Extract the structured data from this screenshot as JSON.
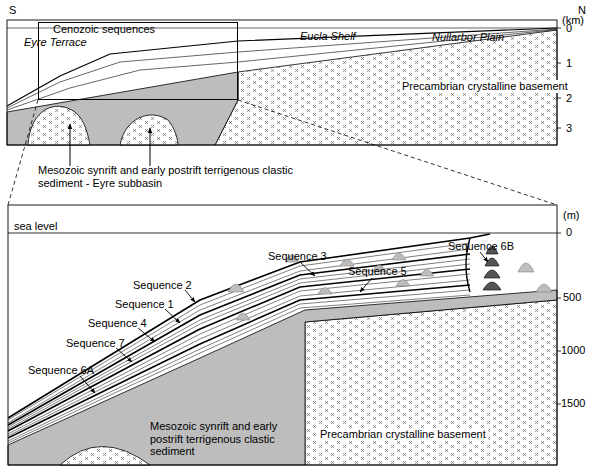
{
  "diagram": {
    "nodes": [
      {
        "text": [
          "Cenozoic sequences"
        ]
      }
    ],
    "labels": [
      "S",
      "N",
      "(km)",
      "0",
      "1",
      "2",
      "3",
      "Eucla Shelf",
      "Nullarbor Plain",
      "Eyre Terrace",
      "Precambrian crystalline basement",
      "Mesozoic synrift and early postrift terrigenous clastic sediment - Eyre subbasin",
      "sea level",
      "Sequence 3",
      "Sequence 5",
      "Sequence 6B",
      "Sequence 2",
      "Sequence 1",
      "Sequence 4",
      "Sequence 7",
      "Sequence 6A",
      "(m)",
      "0",
      "500",
      "1000",
      "1500",
      "Precambrian crystalline basement",
      "Mesozoic synrift and early postrift terrigenous clastic sediment"
    ]
  }
}
